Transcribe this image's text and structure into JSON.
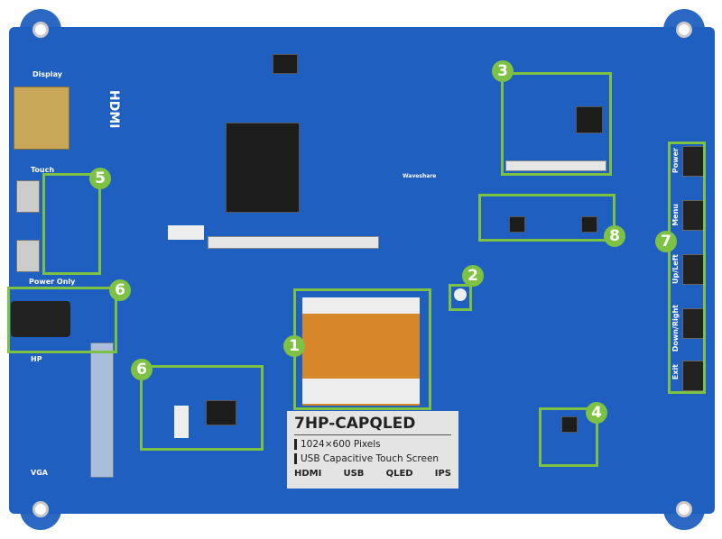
{
  "board_silkscreen": {
    "display": "Display",
    "touch": "Touch",
    "power_only": "Power Only",
    "hp": "HP",
    "vga": "VGA",
    "hdmi_vertical": "HDMI",
    "brand": "Waveshare",
    "buttons": [
      "Power",
      "Menu",
      "Up/Left",
      "Down/Right",
      "Exit"
    ]
  },
  "callouts": [
    "1",
    "2",
    "3",
    "4",
    "5",
    "6",
    "6",
    "7",
    "8"
  ],
  "product_label": {
    "model": "7HP-CAPQLED",
    "lines": [
      "1024×600 Pixels",
      "USB Capacitive Touch Screen"
    ],
    "logos": [
      "HDMI",
      "USB",
      "QLED",
      "IPS"
    ]
  },
  "colors": {
    "board": "#1f5fc0",
    "callout": "#7dc242",
    "ribbon": "#d8862a"
  }
}
